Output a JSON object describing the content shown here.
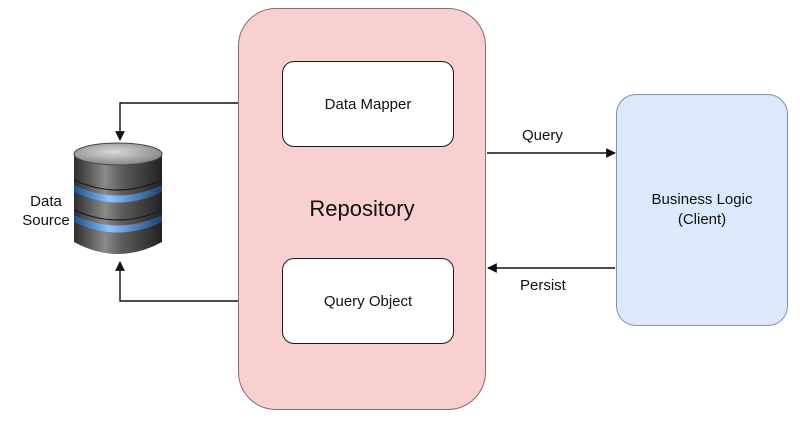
{
  "diagram": {
    "repository": {
      "label": "Repository",
      "fill": "#f8d0d0"
    },
    "data_mapper": {
      "label": "Data Mapper"
    },
    "query_object": {
      "label": "Query Object"
    },
    "client": {
      "line1": "Business Logic",
      "line2": "(Client)",
      "fill": "#dce8fb"
    },
    "data_source": {
      "line1": "Data",
      "line2": "Source",
      "icon": "database-icon"
    },
    "edges": {
      "query": "Query",
      "persist": "Persist"
    }
  }
}
